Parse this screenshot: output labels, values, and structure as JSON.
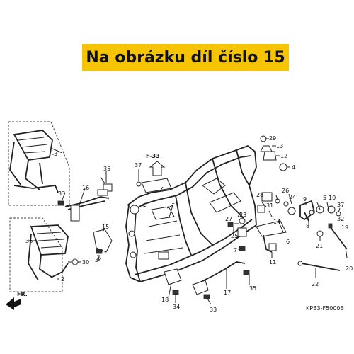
{
  "banner": {
    "text": "Na obrázku díl číslo 15",
    "color": "#f6c400"
  },
  "labels": {
    "p1": "1",
    "p2": "2",
    "p3": "3",
    "p4": "4",
    "p5": "5",
    "p6": "6",
    "p7": "7",
    "p8": "8",
    "p9": "9",
    "p10": "10",
    "p11": "11",
    "p12": "12",
    "p13": "13",
    "p14": "14",
    "p15": "15",
    "p16": "16",
    "p17": "17",
    "p18": "18",
    "p19": "19",
    "p20": "20",
    "p21": "21",
    "p22": "22",
    "p23": "23",
    "p24": "24",
    "p25": "25",
    "p26": "26",
    "p27": "27",
    "p28": "28",
    "p29": "29",
    "p30": "30",
    "p31": "31",
    "p32": "32",
    "p33a": "33",
    "p33b": "33",
    "p34a": "34",
    "p34b": "34",
    "p35a": "35",
    "p35b": "35",
    "p36": "36",
    "p37a": "37",
    "p37b": "37",
    "ref": "F-33",
    "front": "FR.",
    "code": "KPB3-F5000B"
  }
}
